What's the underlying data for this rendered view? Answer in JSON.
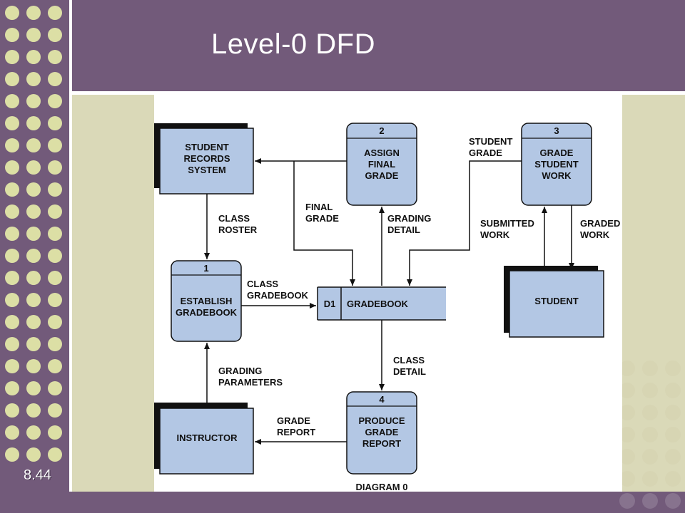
{
  "title": "Level-0 DFD",
  "slide_number": "8.44",
  "diagram": {
    "caption": "DIAGRAM 0",
    "entities": {
      "student_records": [
        "STUDENT",
        "RECORDS",
        "SYSTEM"
      ],
      "instructor": [
        "INSTRUCTOR"
      ],
      "student": [
        "STUDENT"
      ]
    },
    "processes": {
      "p1": {
        "number": "1",
        "lines": [
          "ESTABLISH",
          "GRADEBOOK"
        ]
      },
      "p2": {
        "number": "2",
        "lines": [
          "ASSIGN",
          "FINAL",
          "GRADE"
        ]
      },
      "p3": {
        "number": "3",
        "lines": [
          "GRADE",
          "STUDENT",
          "WORK"
        ]
      },
      "p4": {
        "number": "4",
        "lines": [
          "PRODUCE",
          "GRADE",
          "REPORT"
        ]
      }
    },
    "datastore": {
      "id": "D1",
      "name": "GRADEBOOK"
    },
    "flows": {
      "class_roster": [
        "CLASS",
        "ROSTER"
      ],
      "final_grade": [
        "FINAL",
        "GRADE"
      ],
      "grading_detail": [
        "GRADING",
        "DETAIL"
      ],
      "student_grade": [
        "STUDENT",
        "GRADE"
      ],
      "submitted_work": [
        "SUBMITTED",
        "WORK"
      ],
      "graded_work": [
        "GRADED",
        "WORK"
      ],
      "class_gradebook": [
        "CLASS",
        "GRADEBOOK"
      ],
      "class_detail": [
        "CLASS",
        "DETAIL"
      ],
      "grading_parameters": [
        "GRADING",
        "PARAMETERS"
      ],
      "grade_report": [
        "GRADE",
        "REPORT"
      ]
    }
  },
  "colors": {
    "purple": "#725a7a",
    "dot": "#dcdfa5",
    "content_bg": "#dad9b8",
    "box_fill": "#b3c7e4"
  }
}
